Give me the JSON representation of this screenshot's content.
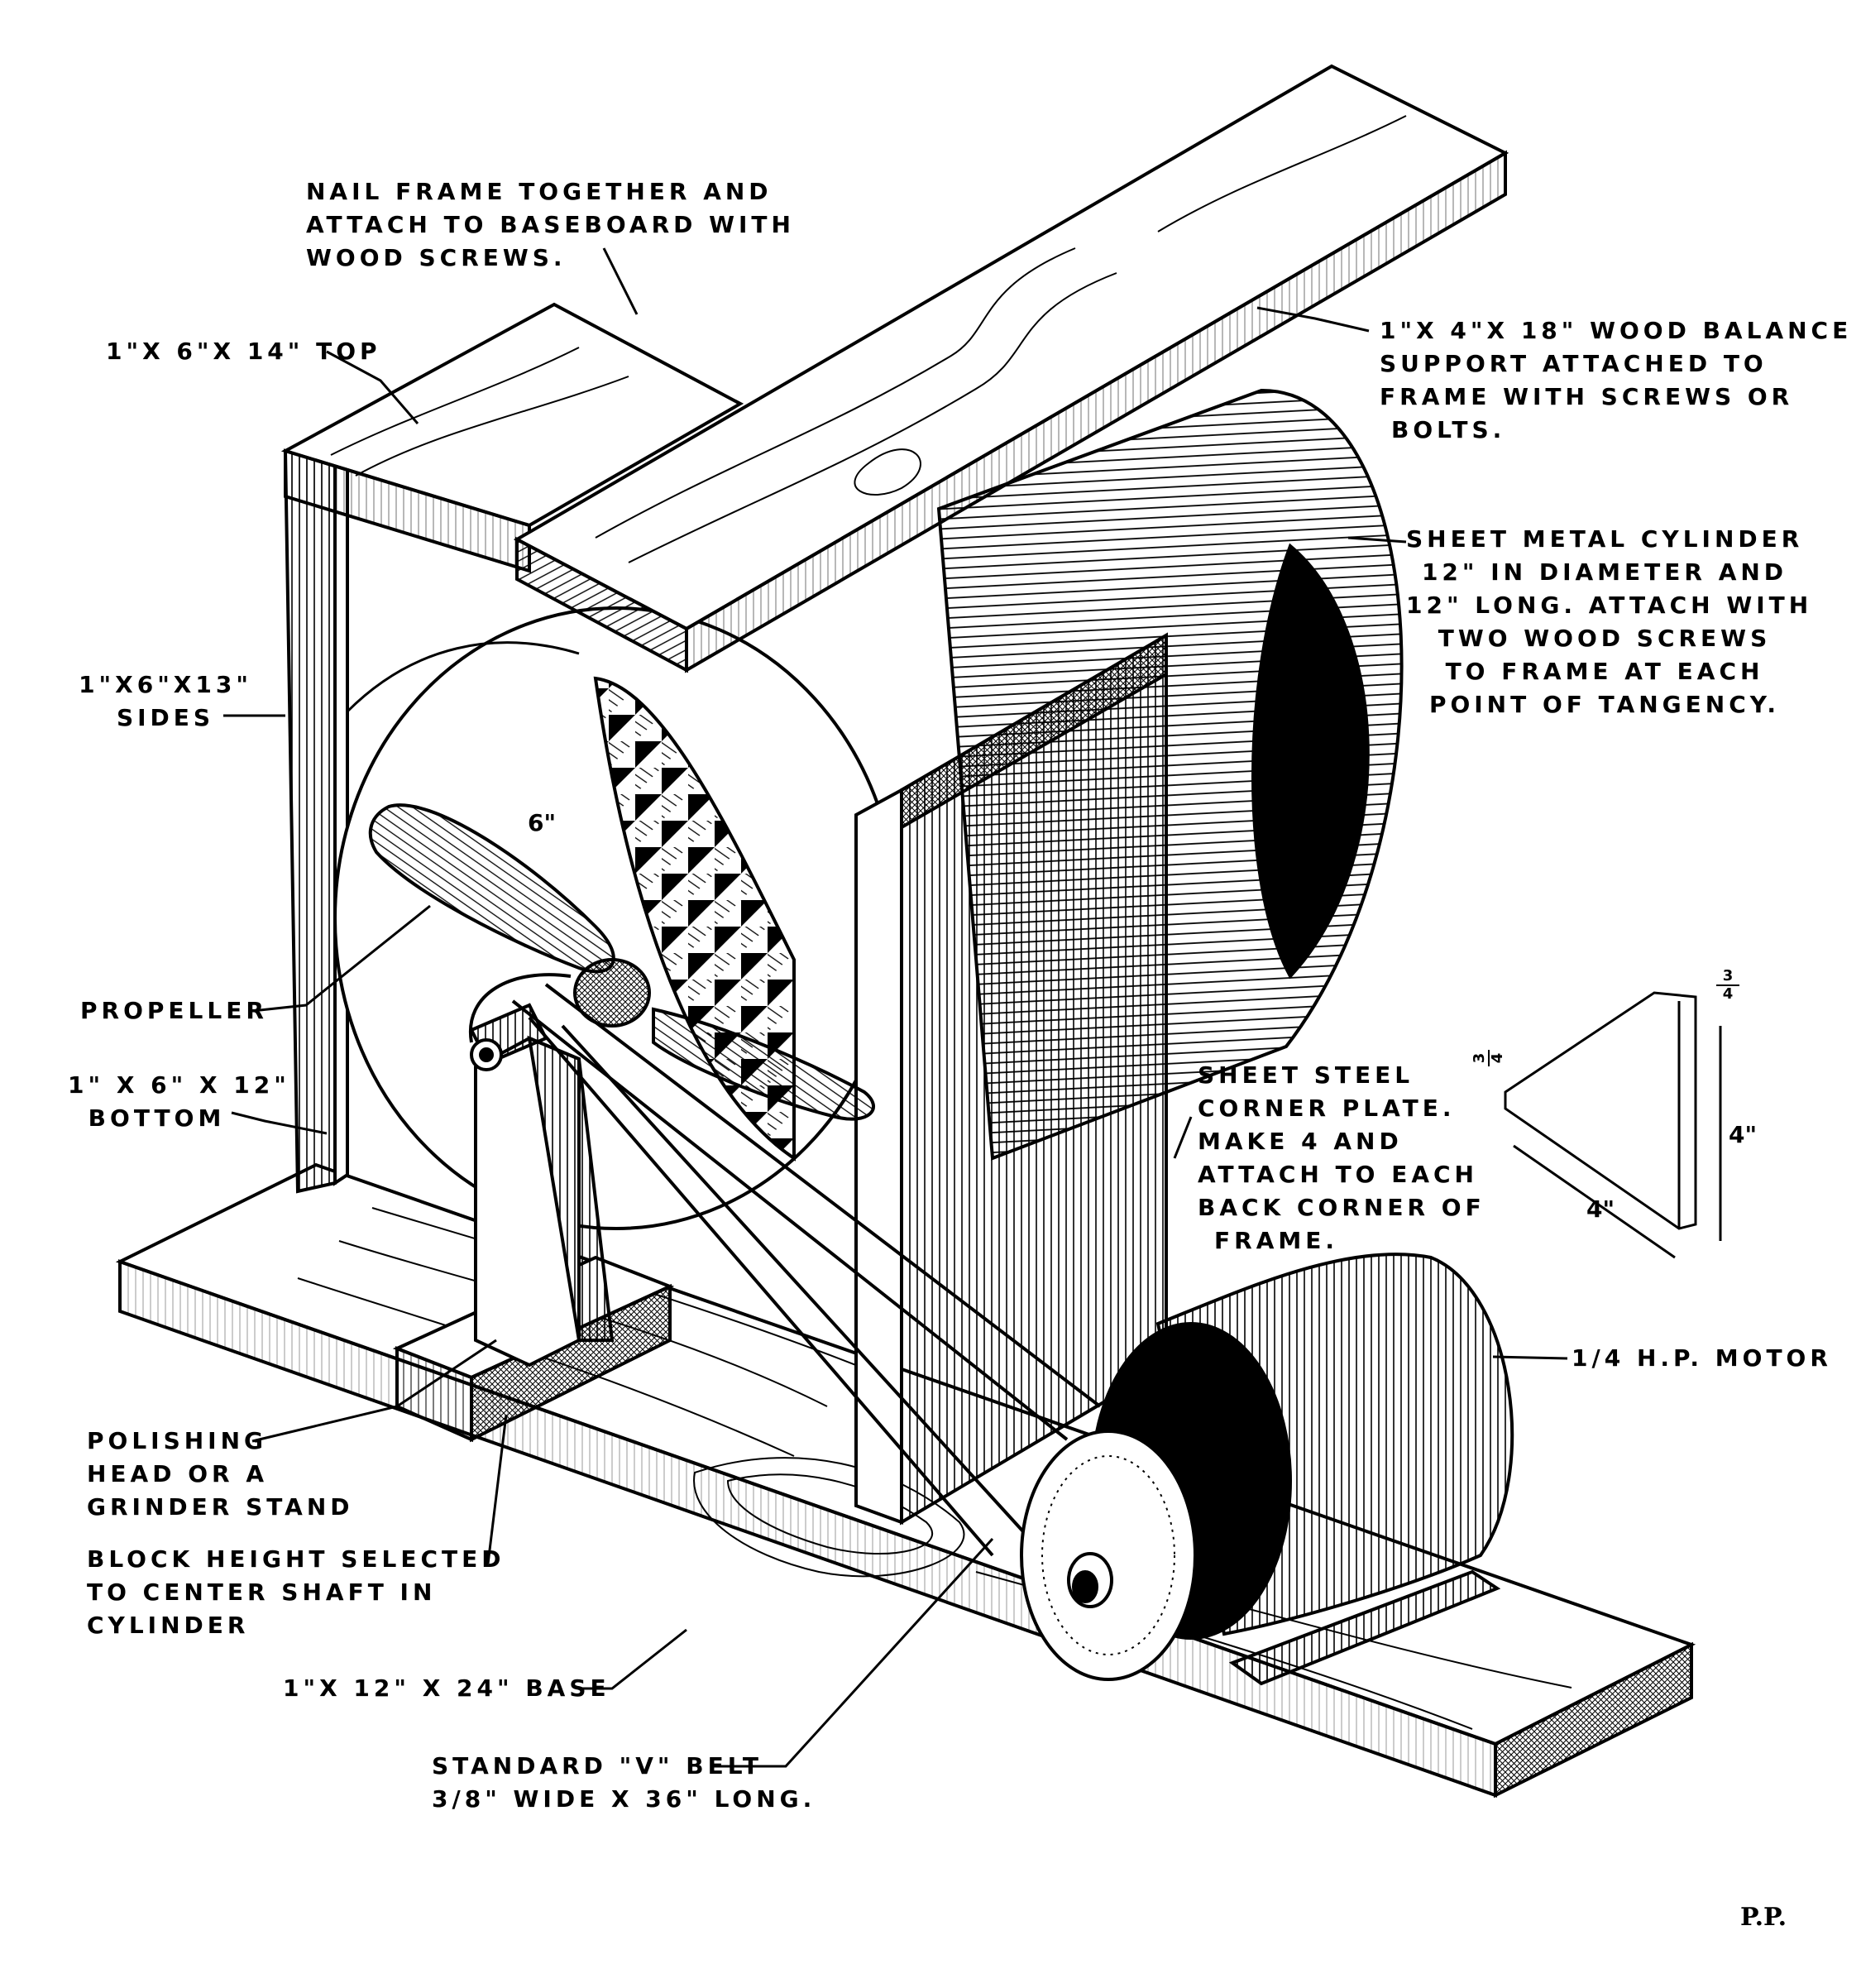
{
  "labels": {
    "nail_frame": [
      "NAIL FRAME TOGETHER AND",
      "ATTACH TO BASEBOARD WITH",
      "WOOD SCREWS."
    ],
    "top": "1\"X 6\"X 14\" TOP",
    "balance_support": [
      "1\"X 4\"X 18\" WOOD BALANCE",
      "SUPPORT ATTACHED TO",
      "FRAME WITH SCREWS OR",
      "BOLTS."
    ],
    "cylinder": [
      "SHEET METAL CYLINDER",
      "12\" IN DIAMETER AND",
      "12\" LONG. ATTACH WITH",
      "TWO WOOD SCREWS",
      "TO FRAME AT EACH",
      "POINT OF TANGENCY."
    ],
    "sides": [
      "1\"X6\"X13\"",
      "SIDES"
    ],
    "propeller": "PROPELLER",
    "bottom": [
      "1\" X 6\" X 12\"",
      "BOTTOM"
    ],
    "corner_plate": [
      "SHEET STEEL",
      "CORNER PLATE.",
      "MAKE 4 AND",
      "ATTACH TO EACH",
      "BACK CORNER OF",
      "FRAME."
    ],
    "motor": "1/4 H.P. MOTOR",
    "polishing_head": [
      "POLISHING",
      "HEAD OR A",
      "GRINDER STAND"
    ],
    "block_height": [
      "BLOCK HEIGHT SELECTED",
      "TO CENTER SHAFT IN",
      "CYLINDER"
    ],
    "base": "1\"X 12\" X 24\" BASE",
    "belt": [
      "STANDARD \"V\" BELT",
      "3/8\" WIDE X 36\" LONG."
    ]
  },
  "dimensions": {
    "opening": "6\"",
    "plate_side": "4\"",
    "plate_height": "4\"",
    "plate_fraction_num": "3",
    "plate_fraction_den": "4",
    "plate_fraction2_num": "3",
    "plate_fraction2_den": "4"
  },
  "signature": "P.P."
}
